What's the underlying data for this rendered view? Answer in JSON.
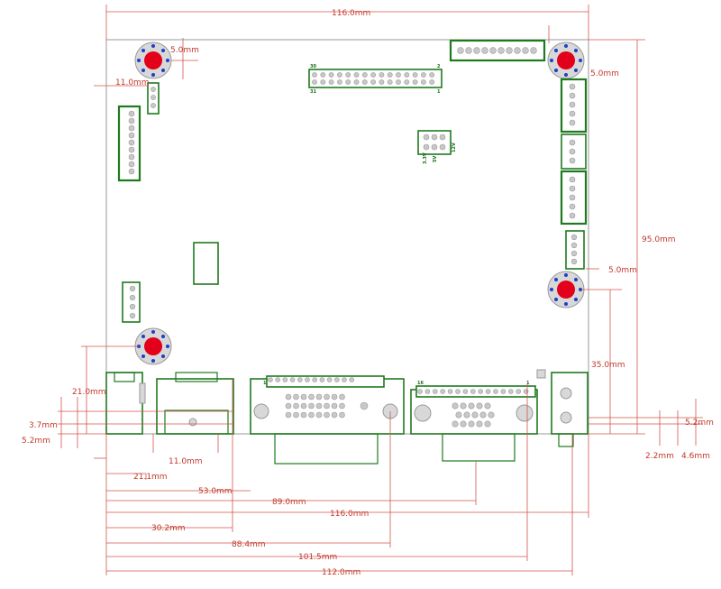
{
  "dimensions": {
    "top_width": "116.0mm",
    "top_left_hole_offset": "5.0mm",
    "top_right_hole_offset": "5.0mm",
    "left_pin_offset": "11.0mm",
    "right_height": "95.0mm",
    "right_hole_offset": "5.0mm",
    "right_lower_height": "35.0mm",
    "left_connector_height": "21.0mm",
    "left_small_a": "3.7mm",
    "left_small_b": "5.2mm",
    "right_small_a": "5.2mm",
    "bottom_small_a": "2.2mm",
    "bottom_small_b": "4.6mm",
    "conn_width": "11.0mm",
    "b1": "21.1mm",
    "b2": "53.0mm",
    "b3": "89.0mm",
    "b4": "116.0mm",
    "b5": "30.2mm",
    "b6": "88.4mm",
    "b7": "101.5mm",
    "b8": "112.0mm"
  },
  "labels": {
    "hdr_top_left": "30",
    "hdr_top_right": "2",
    "hdr_bot_left": "31",
    "hdr_bot_right": "1",
    "v33": "3.3V",
    "v5": "5V",
    "v12": "12V",
    "dvi_pin": "1",
    "vga_pin_left": "16",
    "vga_pin_right": "1"
  }
}
